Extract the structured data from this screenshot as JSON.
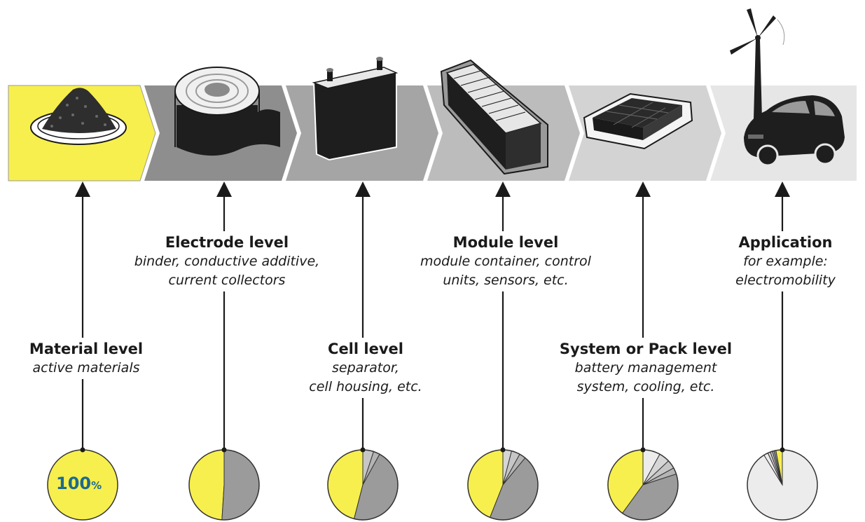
{
  "levels": [
    {
      "title": "Material level",
      "desc": "active materials",
      "shares": [
        100
      ],
      "banner_color": "#f7ef4e"
    },
    {
      "title": "Electrode level",
      "desc": "binder, conductive additive,\ncurrent collectors",
      "shares": [
        49,
        51
      ],
      "banner_color": "#8e8e8e"
    },
    {
      "title": "Cell level",
      "desc": "separator,\ncell housing, etc.",
      "shares": [
        46,
        46,
        3,
        5
      ],
      "banner_color": "#a5a5a5"
    },
    {
      "title": "Module level",
      "desc": "module container, control\nunits, sensors, etc.",
      "shares": [
        44,
        45,
        3,
        4,
        4
      ],
      "banner_color": "#bcbcbc"
    },
    {
      "title": "System or Pack level",
      "desc": "battery management\nsystem, cooling, etc.",
      "shares": [
        40,
        40,
        3,
        4,
        5,
        8
      ],
      "banner_color": "#d3d3d3"
    },
    {
      "title": "Application",
      "desc": "for example:\nelectromobility",
      "shares": [
        3,
        0.8,
        0.8,
        1,
        1.2,
        2,
        91.2
      ],
      "banner_color": "#e6e6e6"
    }
  ],
  "material_percent": "100",
  "percent_sign": "%",
  "colors": {
    "material": "#f7ef4e",
    "electrode": "#9b9b9b",
    "cell": "#b4b4b4",
    "module": "#c6c6c6",
    "system": "#d6d6d6",
    "application": "#ececec",
    "outline": "#333333",
    "percent_text": "#1e6a8c"
  }
}
